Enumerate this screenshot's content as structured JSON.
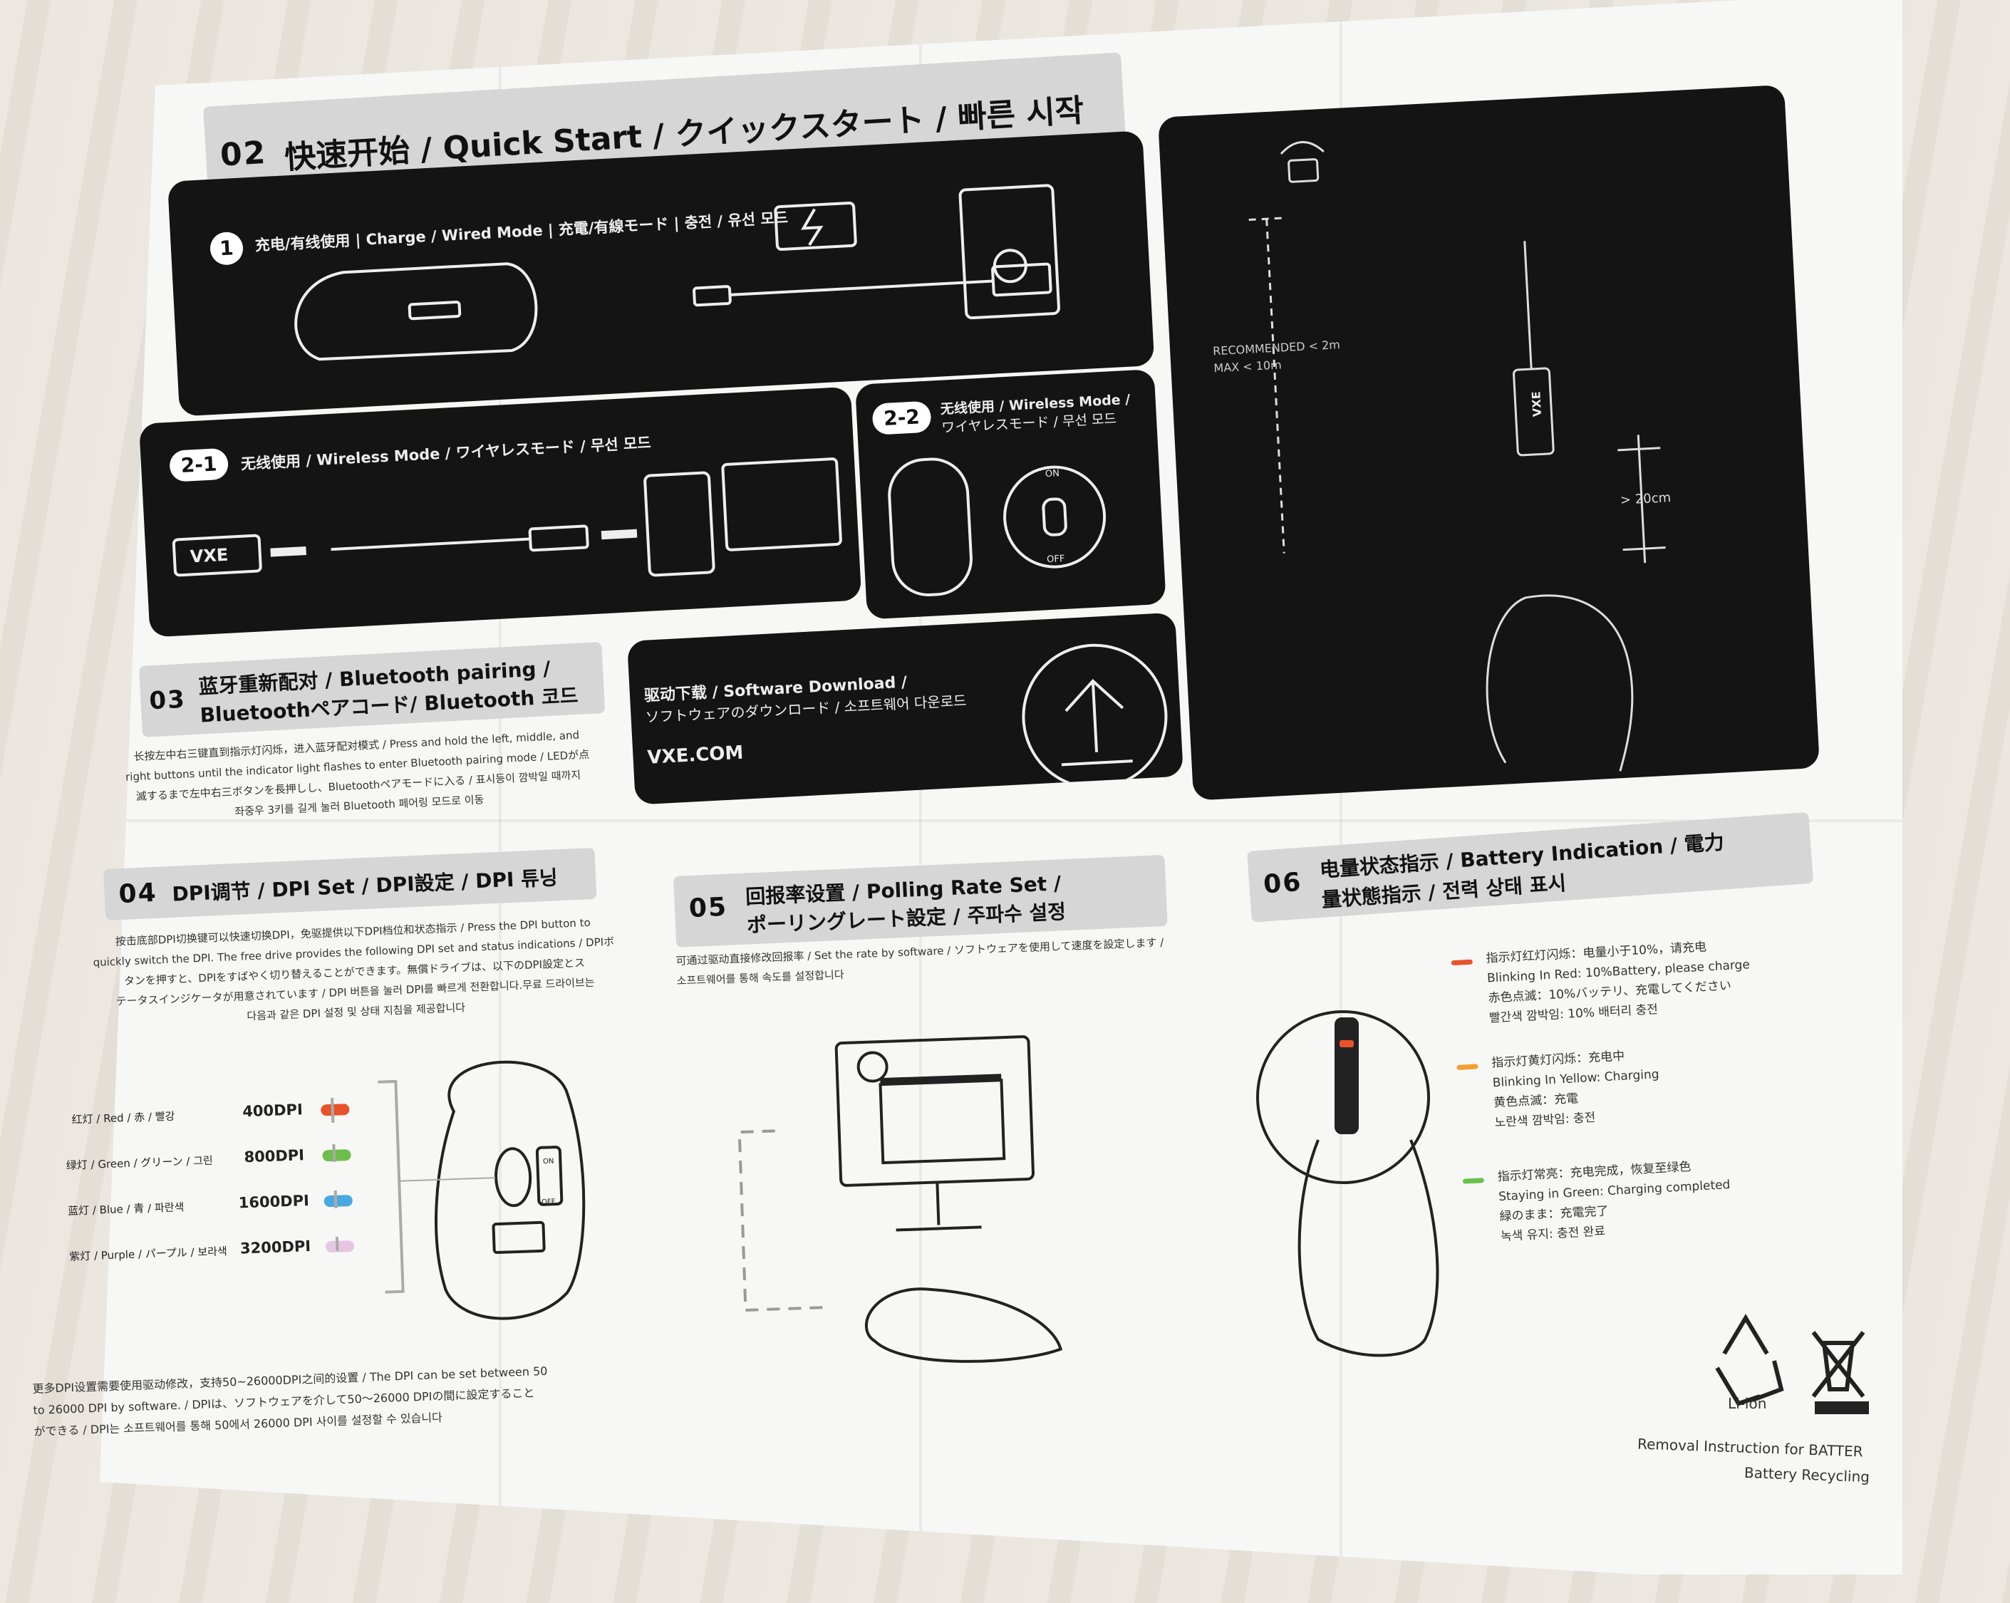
{
  "header": {
    "num": "02",
    "title": "快速开始 / Quick Start / クイックスタート / 빠른 시작"
  },
  "step1": {
    "badge": "1",
    "label": "充电/有线使用 | Charge / Wired Mode | 充電/有線モード | 충전 / 유선 모드"
  },
  "step21": {
    "badge": "2-1",
    "label": "无线使用 / Wireless Mode / ワイヤレスモード / 무선 모드",
    "dongle_text": "VXE"
  },
  "step22": {
    "badge": "2-2",
    "line1": "无线使用 / Wireless Mode /",
    "line2": "ワイヤレスモード / 무선 모드",
    "on": "ON",
    "off": "OFF"
  },
  "distance": {
    "recommended": "RECOMMENDED < 2m",
    "max": "MAX < 10m",
    "gap": "> 20cm",
    "dongle_text": "VXE"
  },
  "download": {
    "line1": "驱动下载 / Software Download /",
    "line2": "ソフトウェアのダウンロード / 소프트웨어 다운로드",
    "url": "VXE.COM"
  },
  "s03": {
    "num": "03",
    "title1": "蓝牙重新配对 / Bluetooth pairing /",
    "title2": "Bluetoothペアコード/ Bluetooth 코드",
    "body": [
      "长按左中右三键直到指示灯闪烁，进入蓝牙配对模式 / Press and hold the left, middle, and",
      "right buttons until the indicator light flashes to enter Bluetooth pairing mode / LEDが点",
      "滅するまで左中右三ボタンを長押しし、Bluetoothペアモードに入る / 표시등이 깜박일 때까지",
      "좌중우 3키를 길게 눌러 Bluetooth 페어링 모드로 이동"
    ]
  },
  "s04": {
    "num": "04",
    "title": "DPI调节 / DPI Set / DPI設定 / DPI 튜닝",
    "body": [
      "按击底部DPI切换键可以快速切换DPI，免驱提供以下DPI档位和状态指示 / Press the DPI button to",
      "quickly switch the DPI. The free drive provides the following DPI set and status indications / DPIボ",
      "タンを押すと、DPIをすばやく切り替えることができます。無償ドライブは、以下のDPI設定とス",
      "テータスインジケータが用意されています / DPI 버튼을 눌러 DPI를 빠르게 전환합니다.무료 드라이브는",
      "다음과 같은 DPI 설정 및 상태 지침을 제공합니다"
    ],
    "levels": [
      {
        "label": "红灯 / Red / 赤 / 빨강",
        "dpi": "400DPI",
        "color": "#e8532b"
      },
      {
        "label": "绿灯 / Green / グリーン / 그린",
        "dpi": "800DPI",
        "color": "#6cc04a"
      },
      {
        "label": "蓝灯 / Blue / 青 / 파란색",
        "dpi": "1600DPI",
        "color": "#4aa8e0"
      },
      {
        "label": "紫灯 / Purple / パープル / 보라색",
        "dpi": "3200DPI",
        "color": "#e6c6e2"
      }
    ],
    "switch_on": "ON",
    "switch_off": "OFF",
    "footer": [
      "更多DPI设置需要使用驱动修改，支持50~26000DPI之间的设置 / The DPI can be set between 50",
      "to 26000 DPI by software. / DPIは、ソフトウェアを介して50〜26000 DPIの間に設定すること",
      "ができる / DPI는 소프트웨어를 통해 50에서 26000 DPI 사이를 설정할 수 있습니다"
    ]
  },
  "s05": {
    "num": "05",
    "title1": "回报率设置 / Polling Rate Set /",
    "title2": "ポーリングレート設定 / 주파수 설정",
    "body": [
      "可通过驱动直接修改回报率 / Set the rate by software / ソフトウェアを使用して速度を設定します /",
      "소프트웨어를 통해 속도를 설정합니다"
    ]
  },
  "s06": {
    "num": "06",
    "title1": "电量状态指示 / Battery Indication / 電力",
    "title2": "量状態指示 / 전력 상태 표시",
    "states": [
      {
        "color": "#e8532b",
        "lines": [
          "指示灯红灯闪烁：电量小于10%，请充电",
          "Blinking In Red: 10%Battery, please charge",
          "赤色点滅：10%バッテリ、充電してください",
          "빨간색 깜박임: 10% 배터리 충전"
        ]
      },
      {
        "color": "#f0a030",
        "lines": [
          "指示灯黄灯闪烁：充电中",
          "Blinking In Yellow: Charging",
          "黄色点滅：充電",
          "노란색 깜박임: 충전"
        ]
      },
      {
        "color": "#6cc04a",
        "lines": [
          "指示灯常亮：充电完成，恢复至绿色",
          "Staying in Green:  Charging completed",
          "緑のまま：充電完了",
          "녹색 유지: 충전 완료"
        ]
      }
    ]
  },
  "recycle": {
    "liion": "Li-ion",
    "line1": "Removal Instruction for BATTER",
    "line2": "Battery Recycling"
  }
}
